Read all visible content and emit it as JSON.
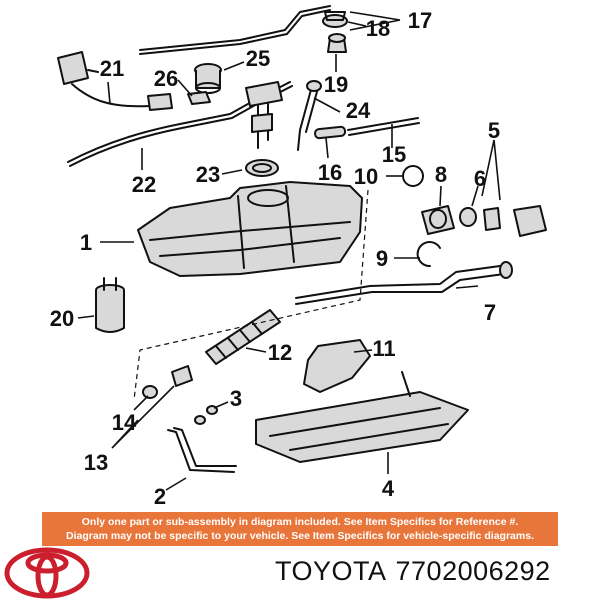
{
  "callouts": [
    {
      "id": "1",
      "label": "1"
    },
    {
      "id": "2",
      "label": "2"
    },
    {
      "id": "3",
      "label": "3"
    },
    {
      "id": "4",
      "label": "4"
    },
    {
      "id": "5",
      "label": "5"
    },
    {
      "id": "6",
      "label": "6"
    },
    {
      "id": "7",
      "label": "7"
    },
    {
      "id": "8",
      "label": "8"
    },
    {
      "id": "9",
      "label": "9"
    },
    {
      "id": "10",
      "label": "10"
    },
    {
      "id": "11",
      "label": "11"
    },
    {
      "id": "12",
      "label": "12"
    },
    {
      "id": "13",
      "label": "13"
    },
    {
      "id": "14",
      "label": "14"
    },
    {
      "id": "15",
      "label": "15"
    },
    {
      "id": "16",
      "label": "16"
    },
    {
      "id": "17",
      "label": "17"
    },
    {
      "id": "18",
      "label": "18"
    },
    {
      "id": "19",
      "label": "19"
    },
    {
      "id": "20",
      "label": "20"
    },
    {
      "id": "21",
      "label": "21"
    },
    {
      "id": "22",
      "label": "22"
    },
    {
      "id": "23",
      "label": "23"
    },
    {
      "id": "24",
      "label": "24"
    },
    {
      "id": "25",
      "label": "25"
    },
    {
      "id": "26",
      "label": "26"
    }
  ],
  "notice": {
    "line1": "Only one part or sub-assembly in diagram included. See Item Specifics for Reference #.",
    "line2": "Diagram may not be specific to your vehicle. See Item Specifics for vehicle-specific diagrams.",
    "background": "#e8763b"
  },
  "footer": {
    "brand": "TOYOTA",
    "part_number": "7702006292",
    "logo_icon": "toyota-logo-icon",
    "logo_color": "#cc1f2d"
  }
}
